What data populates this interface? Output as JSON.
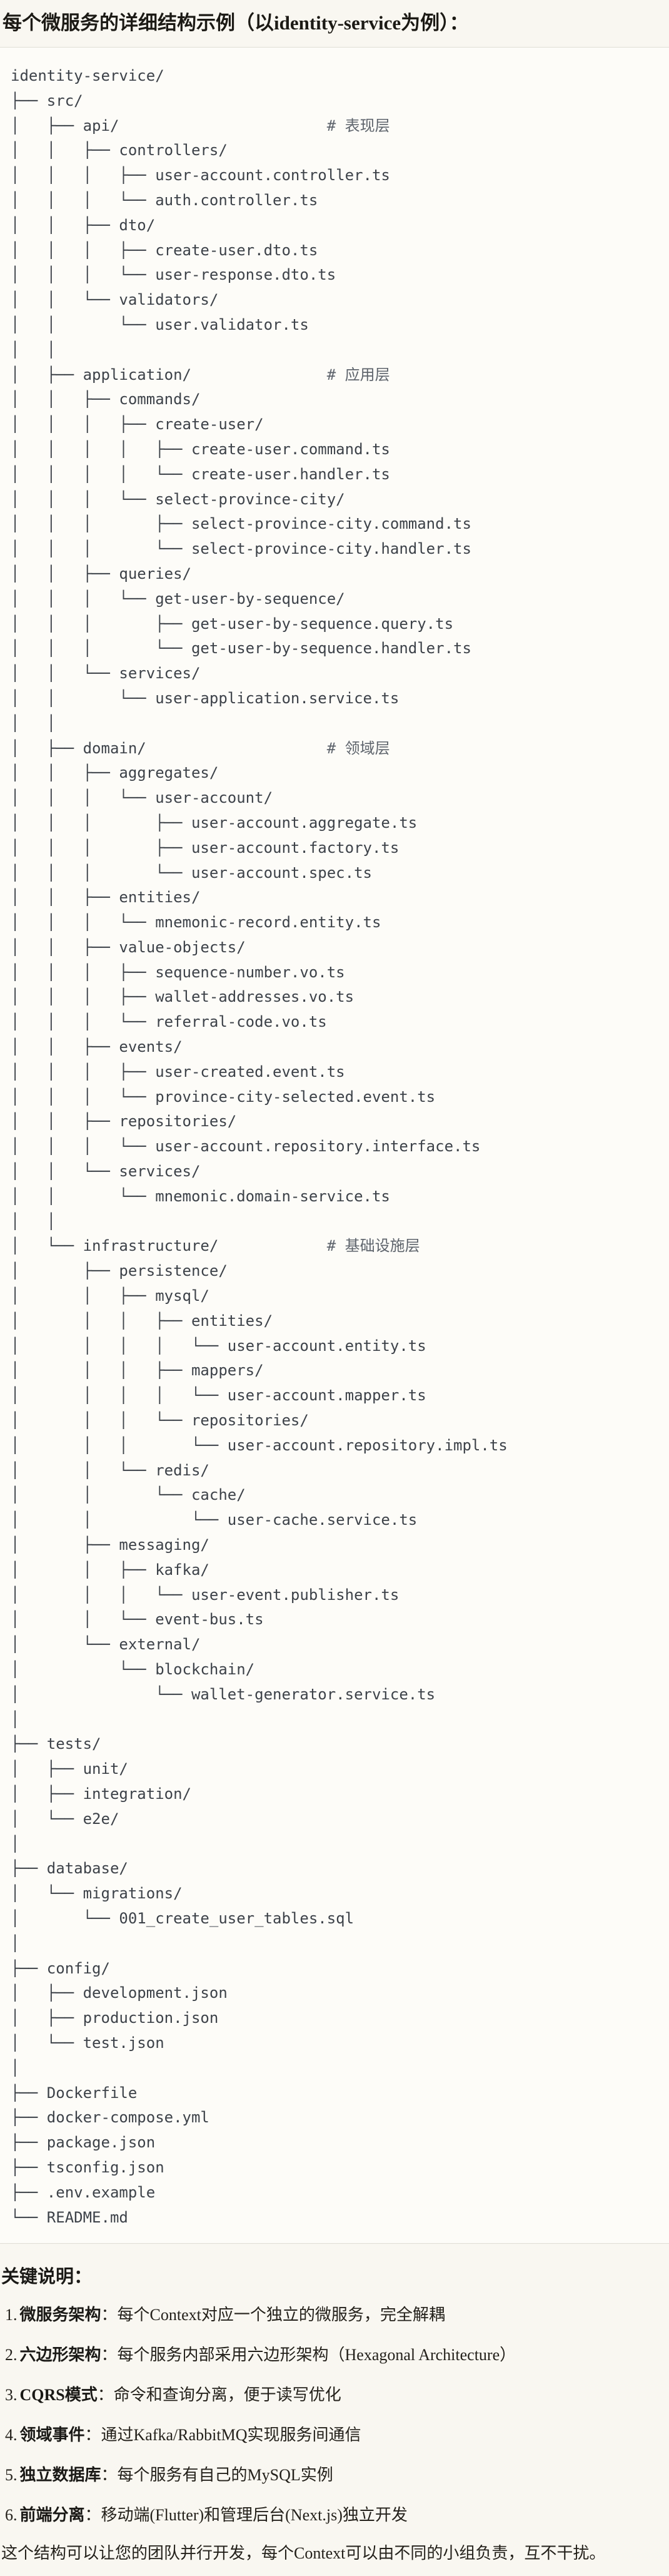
{
  "title": "每个微服务的详细结构示例（以identity-service为例）：",
  "colors": {
    "page_background": "#f9f7f1",
    "code_background": "#fdfcf8",
    "code_border": "#e0ded5",
    "code_text": "#3d4249",
    "comment_text": "#5e646c",
    "heading_text": "#1a1916"
  },
  "code_block": {
    "root": "identity-service/",
    "lines": [
      {
        "t": "identity-service/"
      },
      {
        "t": "├── src/"
      },
      {
        "t": "│   ├── api/                       ",
        "c": "# 表现层"
      },
      {
        "t": "│   │   ├── controllers/"
      },
      {
        "t": "│   │   │   ├── user-account.controller.ts"
      },
      {
        "t": "│   │   │   └── auth.controller.ts"
      },
      {
        "t": "│   │   ├── dto/"
      },
      {
        "t": "│   │   │   ├── create-user.dto.ts"
      },
      {
        "t": "│   │   │   └── user-response.dto.ts"
      },
      {
        "t": "│   │   └── validators/"
      },
      {
        "t": "│   │       └── user.validator.ts"
      },
      {
        "t": "│   │"
      },
      {
        "t": "│   ├── application/               ",
        "c": "# 应用层"
      },
      {
        "t": "│   │   ├── commands/"
      },
      {
        "t": "│   │   │   ├── create-user/"
      },
      {
        "t": "│   │   │   │   ├── create-user.command.ts"
      },
      {
        "t": "│   │   │   │   └── create-user.handler.ts"
      },
      {
        "t": "│   │   │   └── select-province-city/"
      },
      {
        "t": "│   │   │       ├── select-province-city.command.ts"
      },
      {
        "t": "│   │   │       └── select-province-city.handler.ts"
      },
      {
        "t": "│   │   ├── queries/"
      },
      {
        "t": "│   │   │   └── get-user-by-sequence/"
      },
      {
        "t": "│   │   │       ├── get-user-by-sequence.query.ts"
      },
      {
        "t": "│   │   │       └── get-user-by-sequence.handler.ts"
      },
      {
        "t": "│   │   └── services/"
      },
      {
        "t": "│   │       └── user-application.service.ts"
      },
      {
        "t": "│   │"
      },
      {
        "t": "│   ├── domain/                    ",
        "c": "# 领域层"
      },
      {
        "t": "│   │   ├── aggregates/"
      },
      {
        "t": "│   │   │   └── user-account/"
      },
      {
        "t": "│   │   │       ├── user-account.aggregate.ts"
      },
      {
        "t": "│   │   │       ├── user-account.factory.ts"
      },
      {
        "t": "│   │   │       └── user-account.spec.ts"
      },
      {
        "t": "│   │   ├── entities/"
      },
      {
        "t": "│   │   │   └── mnemonic-record.entity.ts"
      },
      {
        "t": "│   │   ├── value-objects/"
      },
      {
        "t": "│   │   │   ├── sequence-number.vo.ts"
      },
      {
        "t": "│   │   │   ├── wallet-addresses.vo.ts"
      },
      {
        "t": "│   │   │   └── referral-code.vo.ts"
      },
      {
        "t": "│   │   ├── events/"
      },
      {
        "t": "│   │   │   ├── user-created.event.ts"
      },
      {
        "t": "│   │   │   └── province-city-selected.event.ts"
      },
      {
        "t": "│   │   ├── repositories/"
      },
      {
        "t": "│   │   │   └── user-account.repository.interface.ts"
      },
      {
        "t": "│   │   └── services/"
      },
      {
        "t": "│   │       └── mnemonic.domain-service.ts"
      },
      {
        "t": "│   │"
      },
      {
        "t": "│   └── infrastructure/            ",
        "c": "# 基础设施层"
      },
      {
        "t": "│       ├── persistence/"
      },
      {
        "t": "│       │   ├── mysql/"
      },
      {
        "t": "│       │   │   ├── entities/"
      },
      {
        "t": "│       │   │   │   └── user-account.entity.ts"
      },
      {
        "t": "│       │   │   ├── mappers/"
      },
      {
        "t": "│       │   │   │   └── user-account.mapper.ts"
      },
      {
        "t": "│       │   │   └── repositories/"
      },
      {
        "t": "│       │   │       └── user-account.repository.impl.ts"
      },
      {
        "t": "│       │   └── redis/"
      },
      {
        "t": "│       │       └── cache/"
      },
      {
        "t": "│       │           └── user-cache.service.ts"
      },
      {
        "t": "│       ├── messaging/"
      },
      {
        "t": "│       │   ├── kafka/"
      },
      {
        "t": "│       │   │   └── user-event.publisher.ts"
      },
      {
        "t": "│       │   └── event-bus.ts"
      },
      {
        "t": "│       └── external/"
      },
      {
        "t": "│           └── blockchain/"
      },
      {
        "t": "│               └── wallet-generator.service.ts"
      },
      {
        "t": "│"
      },
      {
        "t": "├── tests/"
      },
      {
        "t": "│   ├── unit/"
      },
      {
        "t": "│   ├── integration/"
      },
      {
        "t": "│   └── e2e/"
      },
      {
        "t": "│"
      },
      {
        "t": "├── database/"
      },
      {
        "t": "│   └── migrations/"
      },
      {
        "t": "│       └── 001_create_user_tables.sql"
      },
      {
        "t": "│"
      },
      {
        "t": "├── config/"
      },
      {
        "t": "│   ├── development.json"
      },
      {
        "t": "│   ├── production.json"
      },
      {
        "t": "│   └── test.json"
      },
      {
        "t": "│"
      },
      {
        "t": "├── Dockerfile"
      },
      {
        "t": "├── docker-compose.yml"
      },
      {
        "t": "├── package.json"
      },
      {
        "t": "├── tsconfig.json"
      },
      {
        "t": "├── .env.example"
      },
      {
        "t": "└── README.md"
      }
    ]
  },
  "notes": {
    "heading": "关键说明：",
    "items": [
      {
        "num": "1.",
        "label": "微服务架构",
        "text": "：每个Context对应一个独立的微服务，完全解耦"
      },
      {
        "num": "2.",
        "label": "六边形架构",
        "text": "：每个服务内部采用六边形架构（Hexagonal Architecture）"
      },
      {
        "num": "3.",
        "label": "CQRS模式",
        "text": "：命令和查询分离，便于读写优化"
      },
      {
        "num": "4.",
        "label": "领域事件",
        "text": "：通过Kafka/RabbitMQ实现服务间通信"
      },
      {
        "num": "5.",
        "label": "独立数据库",
        "text": "：每个服务有自己的MySQL实例"
      },
      {
        "num": "6.",
        "label": "前端分离",
        "text": "：移动端(Flutter)和管理后台(Next.js)独立开发"
      }
    ],
    "closing": "这个结构可以让您的团队并行开发，每个Context可以由不同的小组负责，互不干扰。"
  }
}
